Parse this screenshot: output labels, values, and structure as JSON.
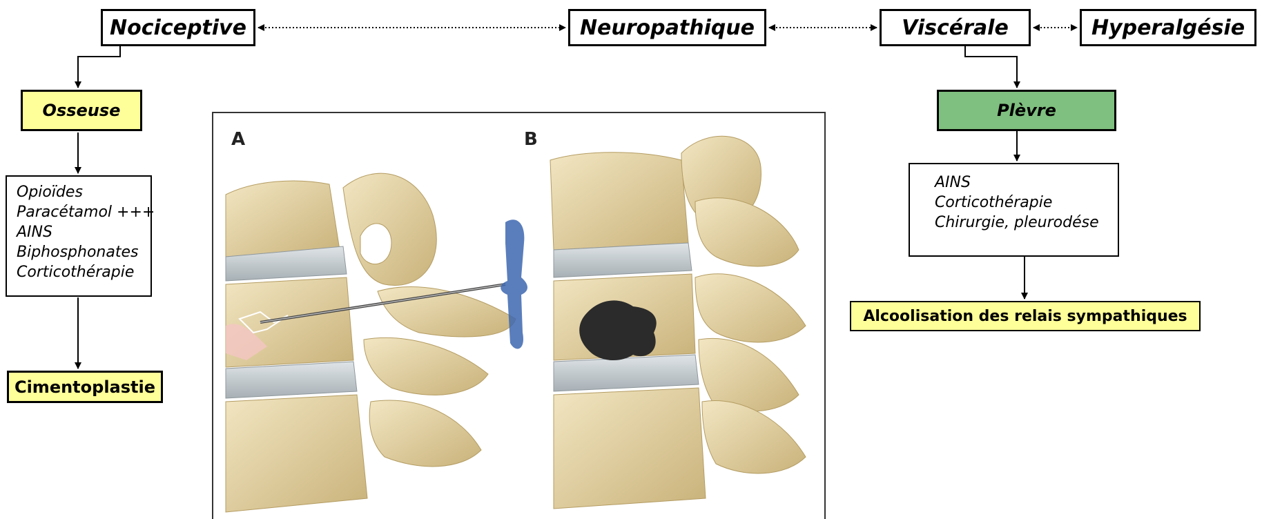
{
  "types": {
    "nociceptive": "Nociceptive",
    "neuropathique": "Neuropathique",
    "viscerale": "Viscérale",
    "hyperalgesie": "Hyperalgésie"
  },
  "left": {
    "category": "Osseuse",
    "treatments": [
      "Opioïdes",
      "Paracétamol +++",
      "AINS",
      "Biphosphonates",
      "Corticothérapie"
    ],
    "final": "Cimentoplastie"
  },
  "right": {
    "category": "Plèvre",
    "treatments": [
      "AINS",
      "Corticothérapie",
      "Chirurgie, pleurodése"
    ],
    "final": "Alcoolisation des relais sympathiques"
  },
  "illustration": {
    "panel_a": "A",
    "panel_b": "B"
  },
  "colors": {
    "highlight_yellow": "#ffff99",
    "pleura_green": "#7fbf7f",
    "bone": "#e8d7a6",
    "disc": "#c9cfd3",
    "cement": "#2b2b2b",
    "needle_handle": "#3d67b0"
  }
}
